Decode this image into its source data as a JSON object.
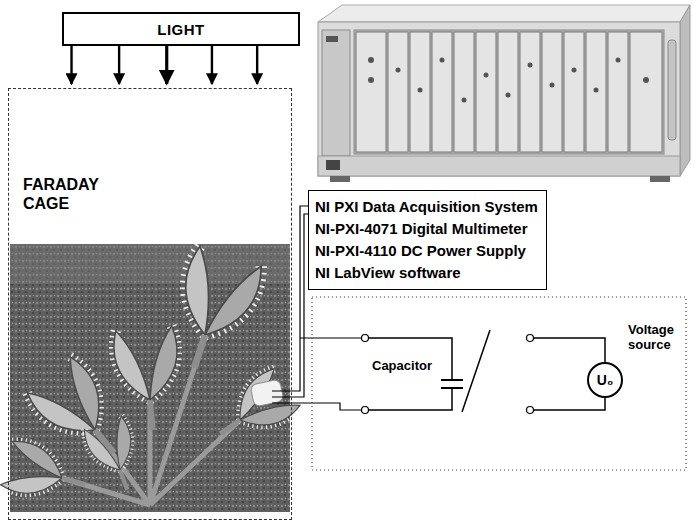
{
  "diagram": {
    "nodes": [
      {
        "text": [
          "LIGHT"
        ]
      },
      {
        "text": [
          "FARADAY CAGE"
        ]
      },
      {
        "text": [
          "NI PXI Data Acquisition System",
          "NI-PXI-4071 Digital Multimeter",
          "NI-PXI-4110 DC Power Supply",
          "NI LabView software"
        ]
      },
      {
        "text": [
          "U₀"
        ]
      }
    ],
    "edges": [
      {
        "from": 0,
        "to": 1,
        "arrow": "to"
      },
      {
        "from": 0,
        "to": 1,
        "arrow": "to"
      },
      {
        "from": 0,
        "to": 1,
        "arrow": "to"
      },
      {
        "from": 0,
        "to": 1,
        "arrow": "to"
      },
      {
        "from": 0,
        "to": 1,
        "arrow": "to"
      }
    ],
    "labels": [
      "Capacitor",
      "Voltage source"
    ]
  }
}
